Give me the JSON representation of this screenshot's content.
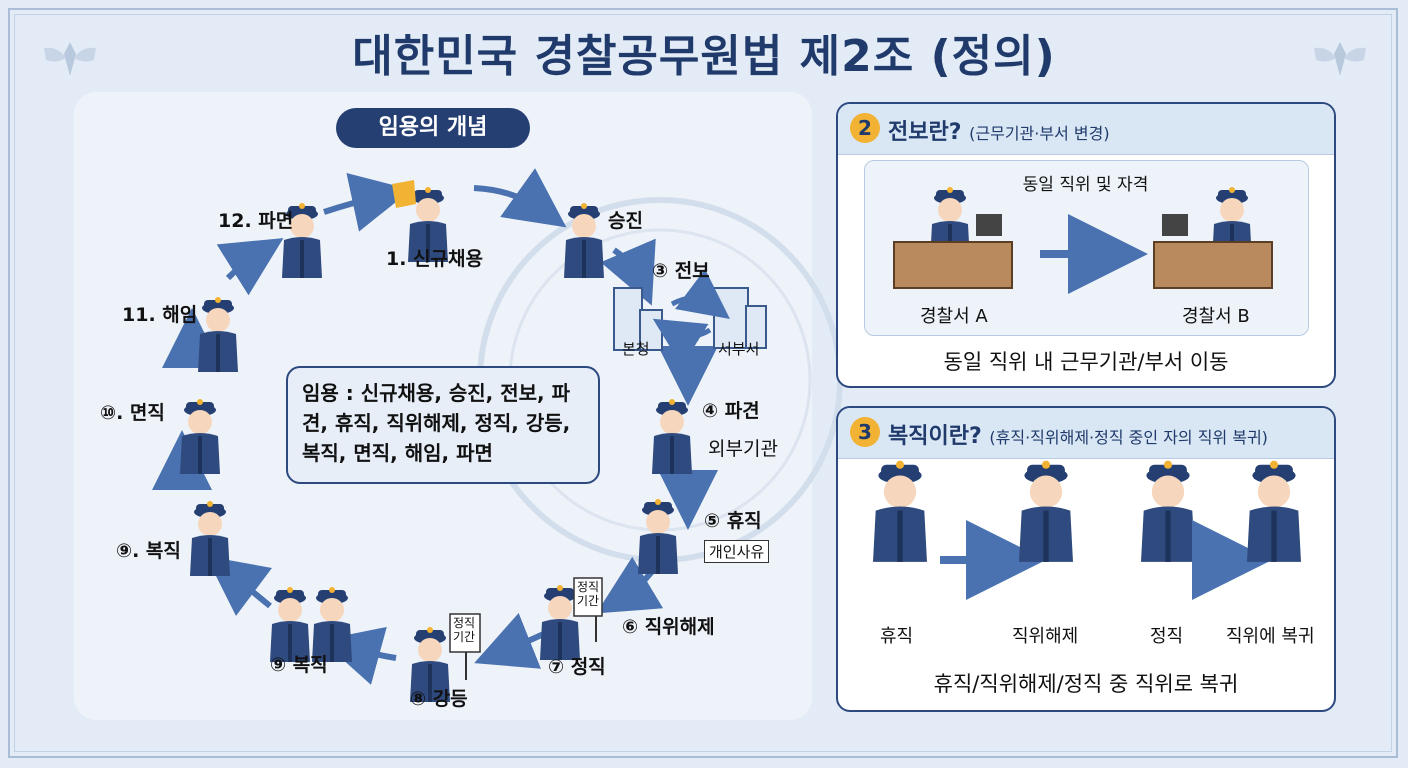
{
  "title": "대한민국 경찰공무원법 제2조 (정의)",
  "concept": {
    "pill": "임용의 개념",
    "cycle": [
      {
        "key": "hire",
        "label": "1. 신규채용"
      },
      {
        "key": "promo",
        "label": "승진"
      },
      {
        "key": "transfer",
        "label": "③ 전보"
      },
      {
        "key": "dispatch",
        "label": "④ 파견"
      },
      {
        "key": "dispatch_note",
        "label": "외부기관"
      },
      {
        "key": "leave",
        "label": "⑤ 휴직"
      },
      {
        "key": "leave_note",
        "label": "개인사유"
      },
      {
        "key": "removal",
        "label": "⑥ 직위해제"
      },
      {
        "key": "suspension",
        "label": "⑦ 정직"
      },
      {
        "key": "demotion",
        "label": "⑧ 강등"
      },
      {
        "key": "reinstate_a",
        "label": "⑨ 복직"
      },
      {
        "key": "reinstate_b",
        "label": "⑨. 복직"
      },
      {
        "key": "dismissal_soft",
        "label": "⑩. 면직"
      },
      {
        "key": "dismissal",
        "label": "11. 해임"
      },
      {
        "key": "expulsion",
        "label": "12. 파면"
      }
    ],
    "buildings": {
      "hq": "본청",
      "branch": "서부서"
    },
    "sign_period": "정직\n기간",
    "definition": "임용 : 신규채용, 승진, 전보, 파견, 휴직, 직위해제, 정직, 강등, 복직, 면직, 해임, 파면"
  },
  "panel2": {
    "number": "2",
    "title": "전보란?",
    "subtitle": "(근무기관·부서 변경)",
    "inner_caption": "동일 직위 및 자격",
    "station_a": "경찰서 A",
    "station_b": "경찰서 B",
    "footer": "동일 직위 내 근무기관/부서 이동"
  },
  "panel3": {
    "number": "3",
    "title": "복직이란?",
    "subtitle": "(휴직·직위해제·정직 중인 자의 직위 복귀)",
    "steps": [
      "휴직",
      "직위해제",
      "정직",
      "직위에 복귀"
    ],
    "footer": "휴직/직위해제/정직 중 직위로 복귀"
  },
  "colors": {
    "navy": "#253f72",
    "uniform": "#2f4a7e",
    "accent": "#f2b233",
    "arrow": "#4a72b0",
    "bg": "#e3ecf6"
  }
}
